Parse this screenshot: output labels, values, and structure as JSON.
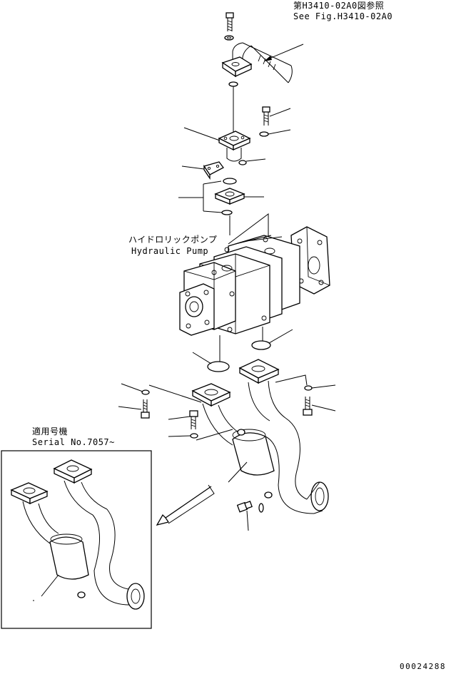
{
  "references": {
    "fig_ref_ja": "第H3410-02A0図参照",
    "fig_ref_en": "See Fig.H3410-02A0"
  },
  "main_part": {
    "name_ja": "ハイドロリックポンプ",
    "name_en": "Hydraulic Pump"
  },
  "inset": {
    "title_ja": "適用号機",
    "serial": "Serial No.7057~"
  },
  "illustration_number": "00024288"
}
